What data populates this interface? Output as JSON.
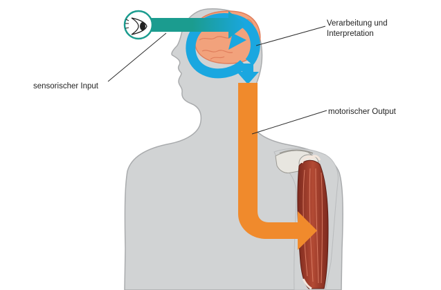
{
  "labels": {
    "sensory_input": "sensorischer Input",
    "processing_line1": "Verarbeitung und",
    "processing_line2": "Interpretation",
    "motor_output": "motorischer Output"
  },
  "colors": {
    "body": "#d1d3d4",
    "body_outline": "#a9abad",
    "eye_ring": "#1b9c8f",
    "sensory_arrow_start": "#1b9c8f",
    "sensory_arrow_end": "#1aa7e0",
    "processing_arrow": "#1aa7e0",
    "motor_arrow": "#f08a2c",
    "brain": "#f2a27c",
    "brain_outline": "#e07e5c",
    "muscle": "#a8402e",
    "bone": "#e8e6e0",
    "leader_line": "#2a2a2a"
  },
  "icons": {
    "eye": "eye-icon",
    "brain": "brain-icon",
    "muscle": "arm-muscle-icon"
  }
}
